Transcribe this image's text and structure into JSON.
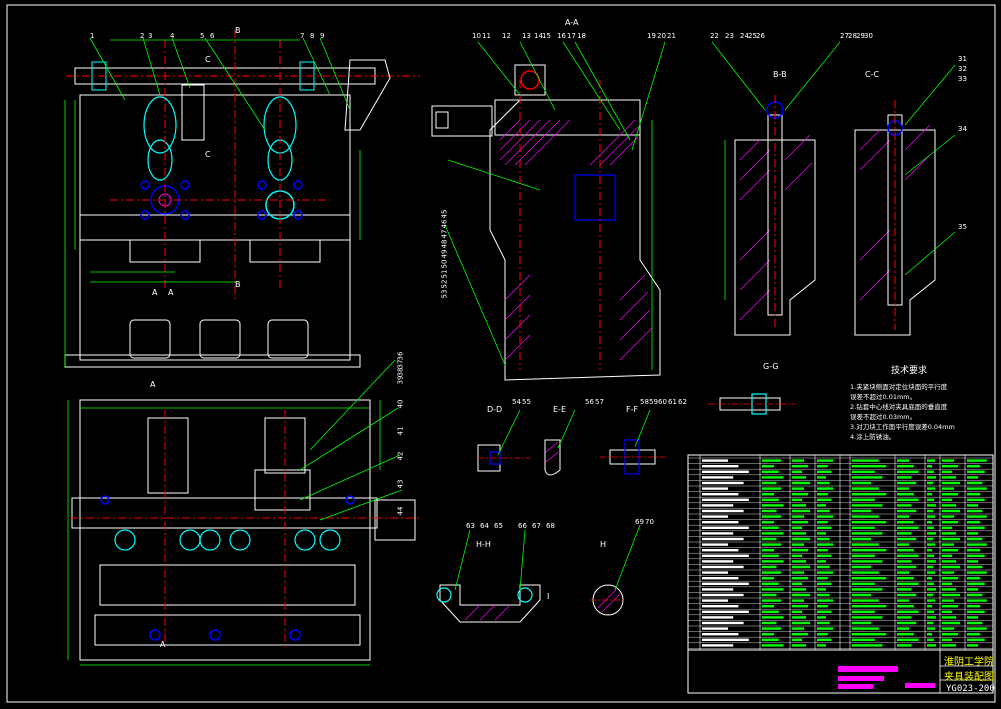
{
  "drawing": {
    "title_school": "淮阴工学院",
    "title_name": "夹具装配图",
    "drawing_number": "YG023-200"
  },
  "sections": {
    "aa_top": "A-A",
    "bb": "B-B",
    "cc": "C-C",
    "b_top": "B",
    "b_mid": "B",
    "c1": "C",
    "c2": "C",
    "a_mid": "A",
    "a_view": "A",
    "a_low": "A",
    "a_bottom": "A",
    "dd": "D-D",
    "ee": "E-E",
    "ff": "F-F",
    "gg": "G-G",
    "hh": "H-H",
    "h_single": "H",
    "i_label": "I"
  },
  "technical_requirements": {
    "title": "技术要求",
    "items": [
      "1.夹紧块侧面对定位块面的平行度",
      "  误差不超过0.01mm。",
      "2.钻套中心线对夹具底面的垂直度",
      "  误差不超过0.03mm。",
      "3.对刀块工作面平行度误差0.04mm",
      "4.涂上防锈油。"
    ]
  },
  "callouts": {
    "top_left": [
      "1",
      "2",
      "3",
      "4",
      "5",
      "6",
      "7",
      "8",
      "9"
    ],
    "aa_view": [
      "10",
      "11",
      "12",
      "13",
      "14",
      "15",
      "16",
      "17",
      "18",
      "19",
      "20",
      "21"
    ],
    "bb_view": [
      "22",
      "23",
      "24",
      "25",
      "26",
      "27",
      "28",
      "29",
      "30"
    ],
    "cc_view": [
      "31",
      "32",
      "33",
      "34",
      "35"
    ],
    "bottom_right_side": [
      "36",
      "37",
      "38",
      "39",
      "40",
      "41",
      "42",
      "43",
      "44"
    ],
    "mid_side": [
      "45",
      "46",
      "47",
      "48",
      "49",
      "50",
      "51",
      "52",
      "53"
    ],
    "dd": [
      "54",
      "55"
    ],
    "ee": [
      "56",
      "57"
    ],
    "ff": [
      "58",
      "59",
      "60"
    ],
    "gg": [
      "61",
      "62"
    ],
    "hh": [
      "63",
      "64",
      "65",
      "66",
      "67",
      "68"
    ],
    "h": [
      "69",
      "70"
    ]
  },
  "colors": {
    "background": "#000000",
    "outline": "#ffffff",
    "dimension": "#00ff00",
    "center_line": "#ff0000",
    "hole_circle": "#0000ff",
    "detail": "#00ffff",
    "hatch": "#ff00ff",
    "title_text": "#ffff00"
  }
}
